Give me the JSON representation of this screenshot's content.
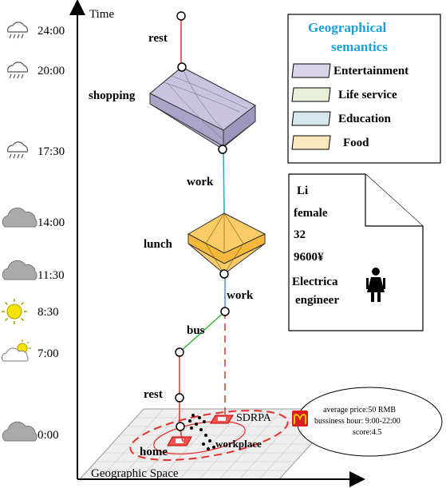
{
  "axes": {
    "y_label": "Time",
    "x_label": "Geographic Space"
  },
  "time_ticks": [
    {
      "label": "24:00",
      "weather": "rain-cloud-icon"
    },
    {
      "label": "20:00",
      "weather": "rain-cloud-icon"
    },
    {
      "label": "17:30",
      "weather": "rain-cloud-icon"
    },
    {
      "label": "14:00",
      "weather": "cloud-icon"
    },
    {
      "label": "11:30",
      "weather": "cloud-icon"
    },
    {
      "label": "8:30",
      "weather": "sun-icon"
    },
    {
      "label": "7:00",
      "weather": "sun-cloud-icon"
    },
    {
      "label": "0:00",
      "weather": "cloud-icon"
    }
  ],
  "activities": {
    "rest_top": "rest",
    "shopping": "shopping",
    "work_upper": "work",
    "lunch": "lunch",
    "work_lower": "work",
    "bus": "bus",
    "rest_bottom": "rest"
  },
  "places": {
    "sdrpa": "SDRPA",
    "workplace": "workplace",
    "home": "home"
  },
  "legend": {
    "title_line1": "Geographical",
    "title_line2": "semantics",
    "items": [
      {
        "label": "Entertainment",
        "color": "#d9d4e8"
      },
      {
        "label": "Life service",
        "color": "#e8efd9"
      },
      {
        "label": "Education",
        "color": "#d6e7ee"
      },
      {
        "label": "Food",
        "color": "#fbe6bd"
      }
    ]
  },
  "profile": {
    "name": "Li",
    "gender": "female",
    "age": "32",
    "income": "9600¥",
    "job_line1": "Electrica",
    "job_line2": "engineer"
  },
  "poi_info": {
    "price": "average price:50 RMB",
    "hours": "bussiness hour: 9:00-22:00",
    "score": "score:4.5"
  },
  "colors": {
    "red_path": "#e8302a",
    "green_path": "#35b535",
    "teal_path": "#3aa0b5",
    "shopping_prism": "#b4aed0",
    "lunch_prism": "#f9cc66"
  }
}
